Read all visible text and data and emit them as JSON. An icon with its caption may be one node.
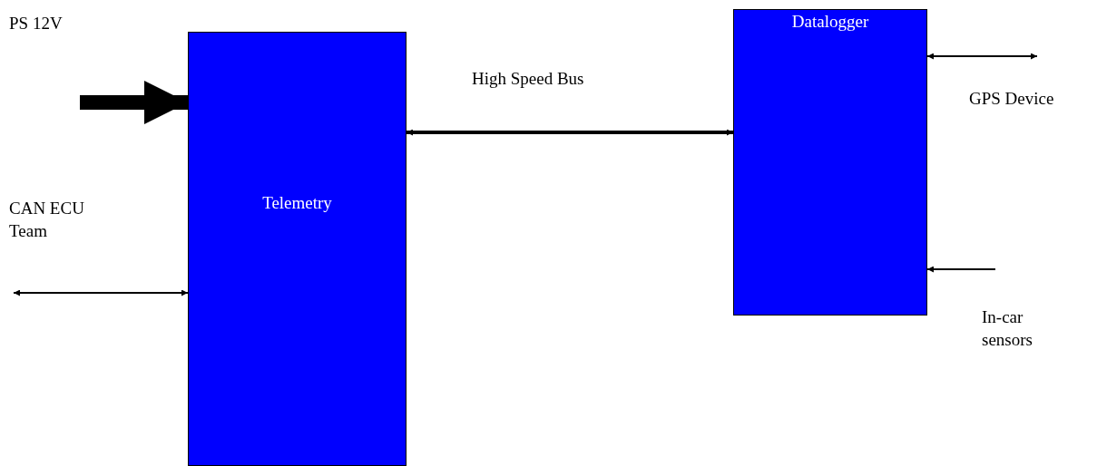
{
  "diagram": {
    "nodes": [
      {
        "text": [
          "Telemetry"
        ]
      },
      {
        "text": [
          "Datalogger"
        ]
      }
    ],
    "edges": [
      {
        "from": null,
        "to": 0,
        "arrow": "to",
        "style": "thick",
        "label": "PS 12V"
      },
      {
        "from": 0,
        "to": 1,
        "arrow": "both",
        "style": "thick",
        "label": "High Speed Bus"
      },
      {
        "from": null,
        "to": 0,
        "arrow": "both",
        "label": "CAN ECU Team"
      },
      {
        "from": 1,
        "to": null,
        "arrow": "both",
        "label": "GPS Device"
      },
      {
        "from": null,
        "to": 1,
        "arrow": "to",
        "label": "In-car sensors"
      }
    ]
  }
}
